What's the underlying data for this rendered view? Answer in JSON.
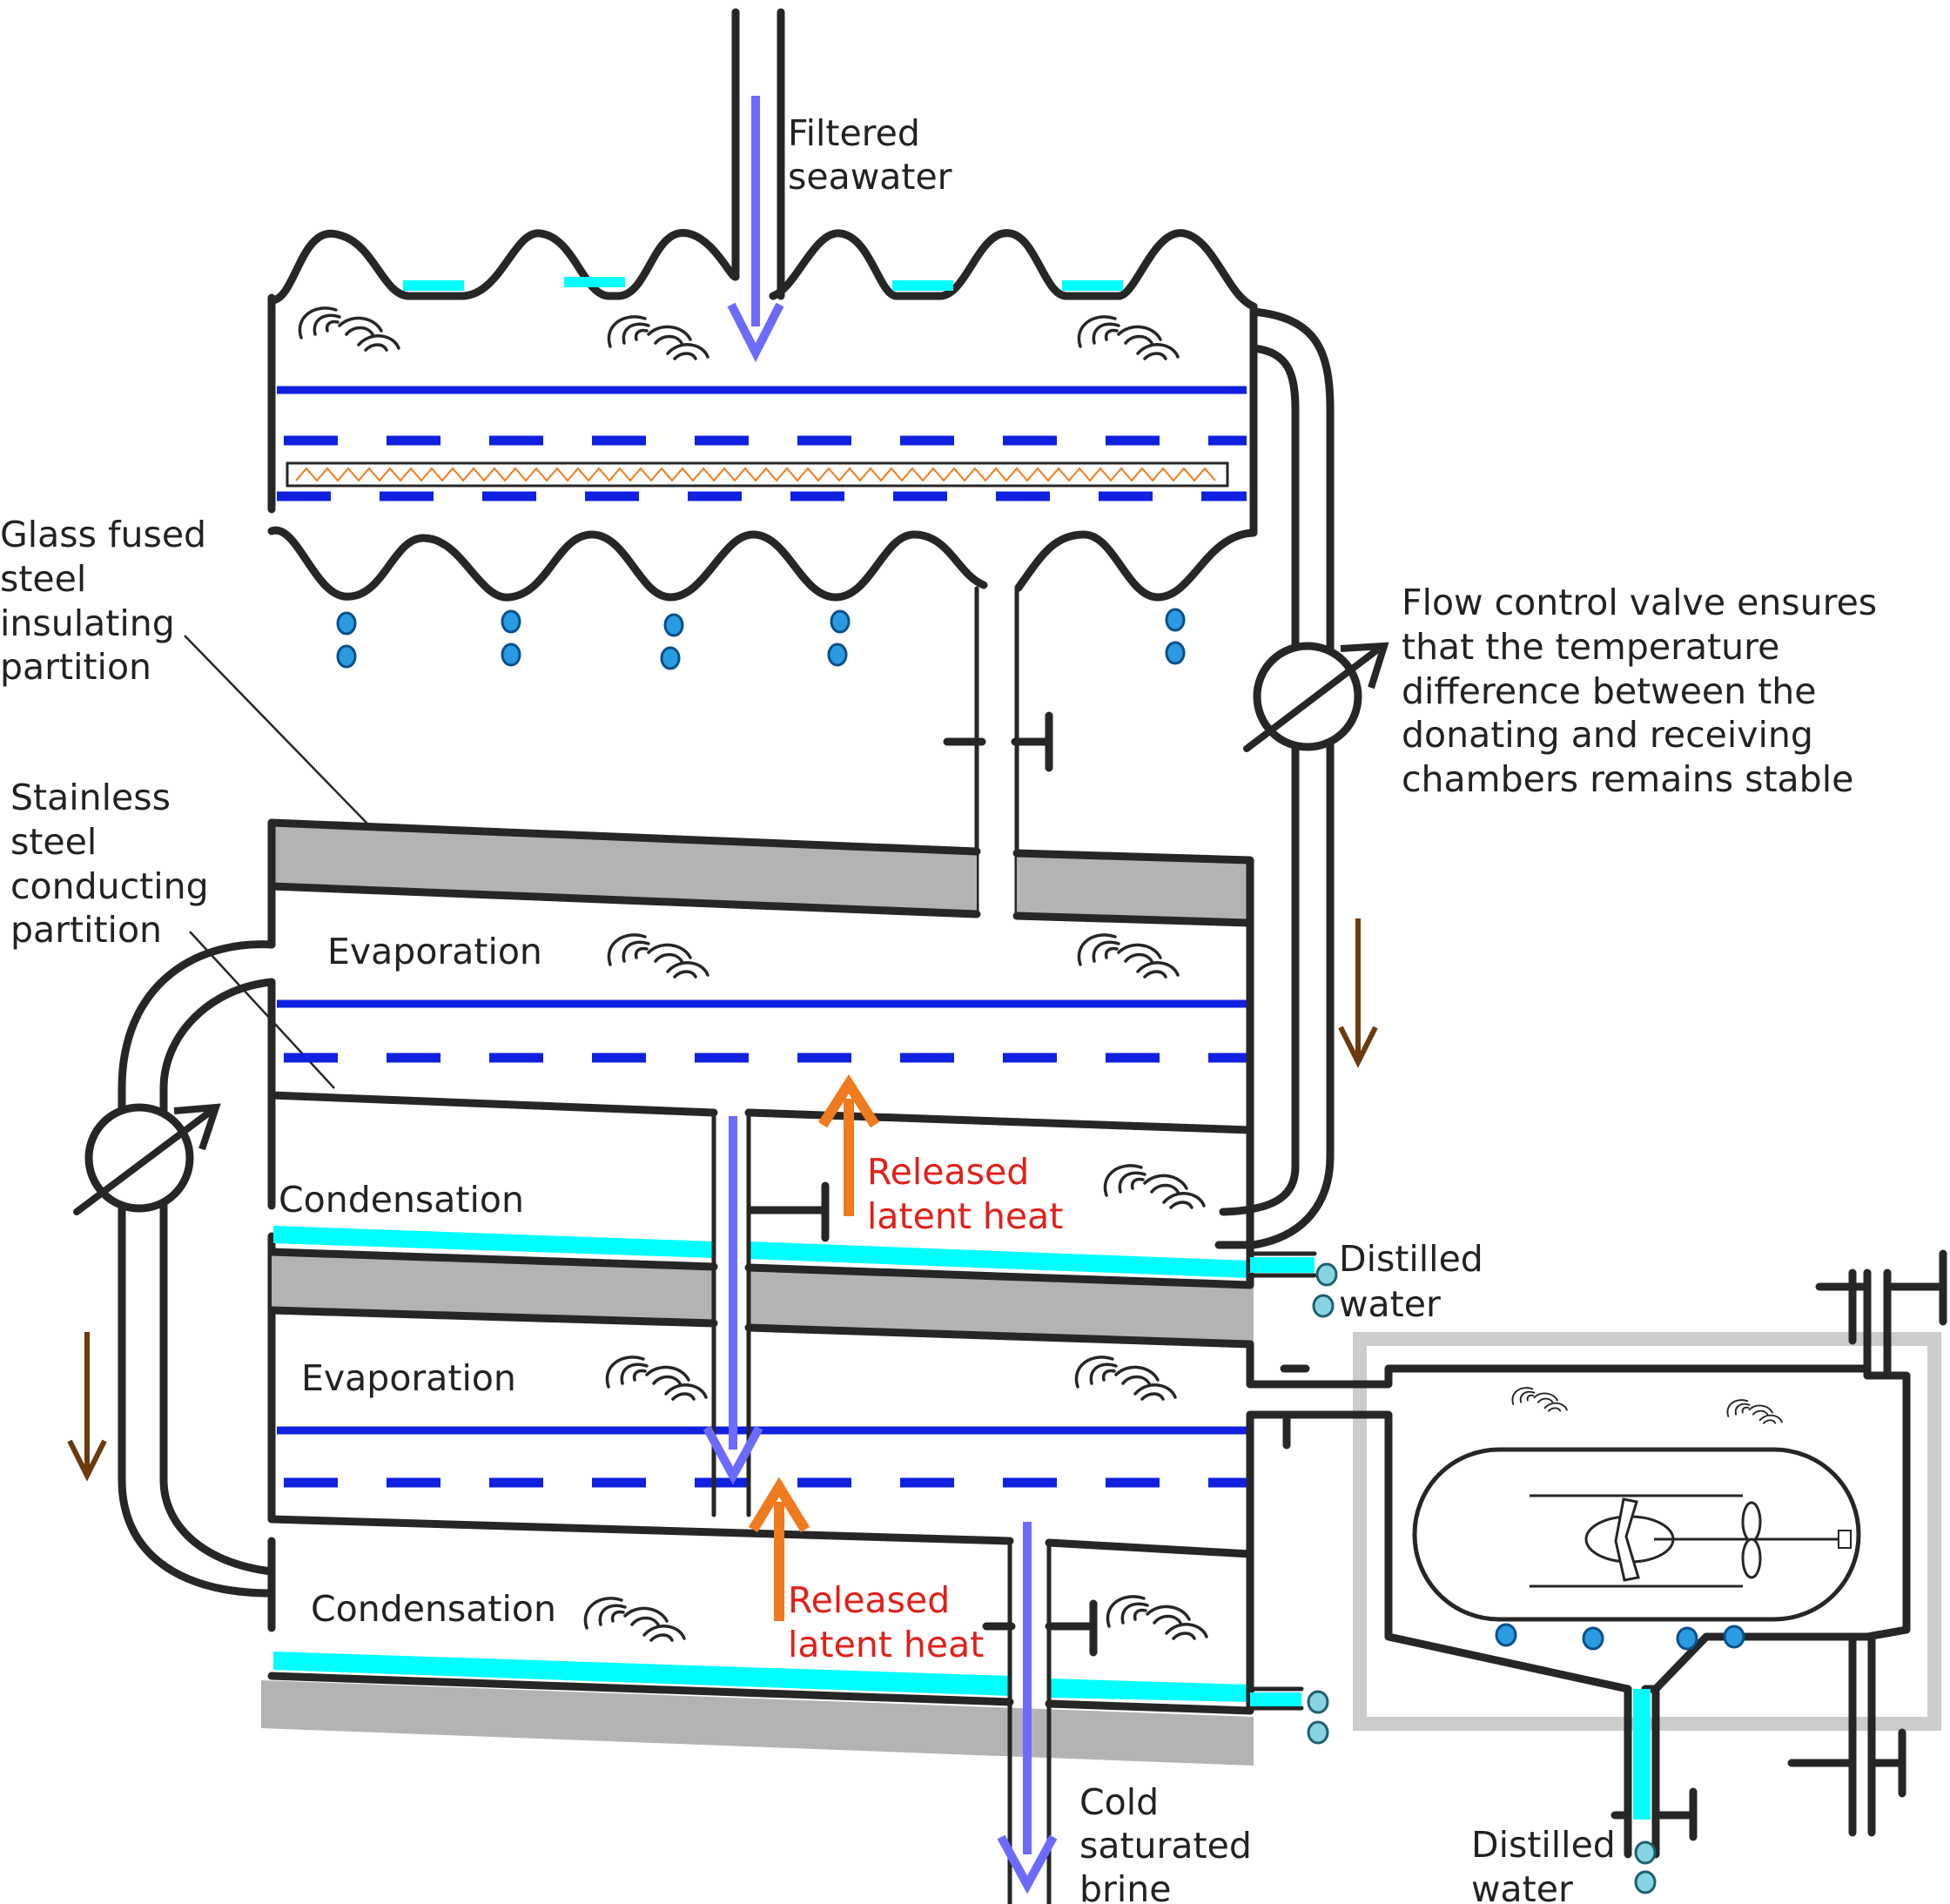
{
  "labels": {
    "filtered_seawater": [
      "Filtered",
      "seawater"
    ],
    "glass_partition": [
      "Glass fused",
      "steel",
      "insulating",
      "partition"
    ],
    "steel_partition": [
      "Stainless",
      "steel",
      "conducting",
      "partition"
    ],
    "valve_note": [
      "Flow control valve ensures",
      "that the temperature",
      "difference between the",
      "donating and receiving",
      "chambers remains stable"
    ],
    "evaporation_1": "Evaporation",
    "condensation_1": "Condensation",
    "evaporation_2": "Evaporation",
    "condensation_2": "Condensation",
    "latent_heat_1": [
      "Released",
      "latent heat"
    ],
    "latent_heat_2": [
      "Released",
      "latent heat"
    ],
    "distilled_water_1": [
      "Distilled",
      "water"
    ],
    "distilled_water_2": [
      "Distilled",
      "water"
    ],
    "brine": [
      "Cold",
      "saturated",
      "brine"
    ]
  },
  "colors": {
    "wall": "#262626",
    "membrane": "#1020e0",
    "condensate": "#00ffff",
    "insulation": "#b3b3b3",
    "seawater_flow": "#6b6bff",
    "heat_arrow": "#f07a1e",
    "return_flow": "#6b3a0f",
    "heat_text": "#e0201b"
  },
  "icons": [
    "vapor-icon",
    "droplet-icon",
    "flow-valve-icon",
    "shutoff-valve-icon",
    "heating-element-icon",
    "stirrer-icon"
  ]
}
